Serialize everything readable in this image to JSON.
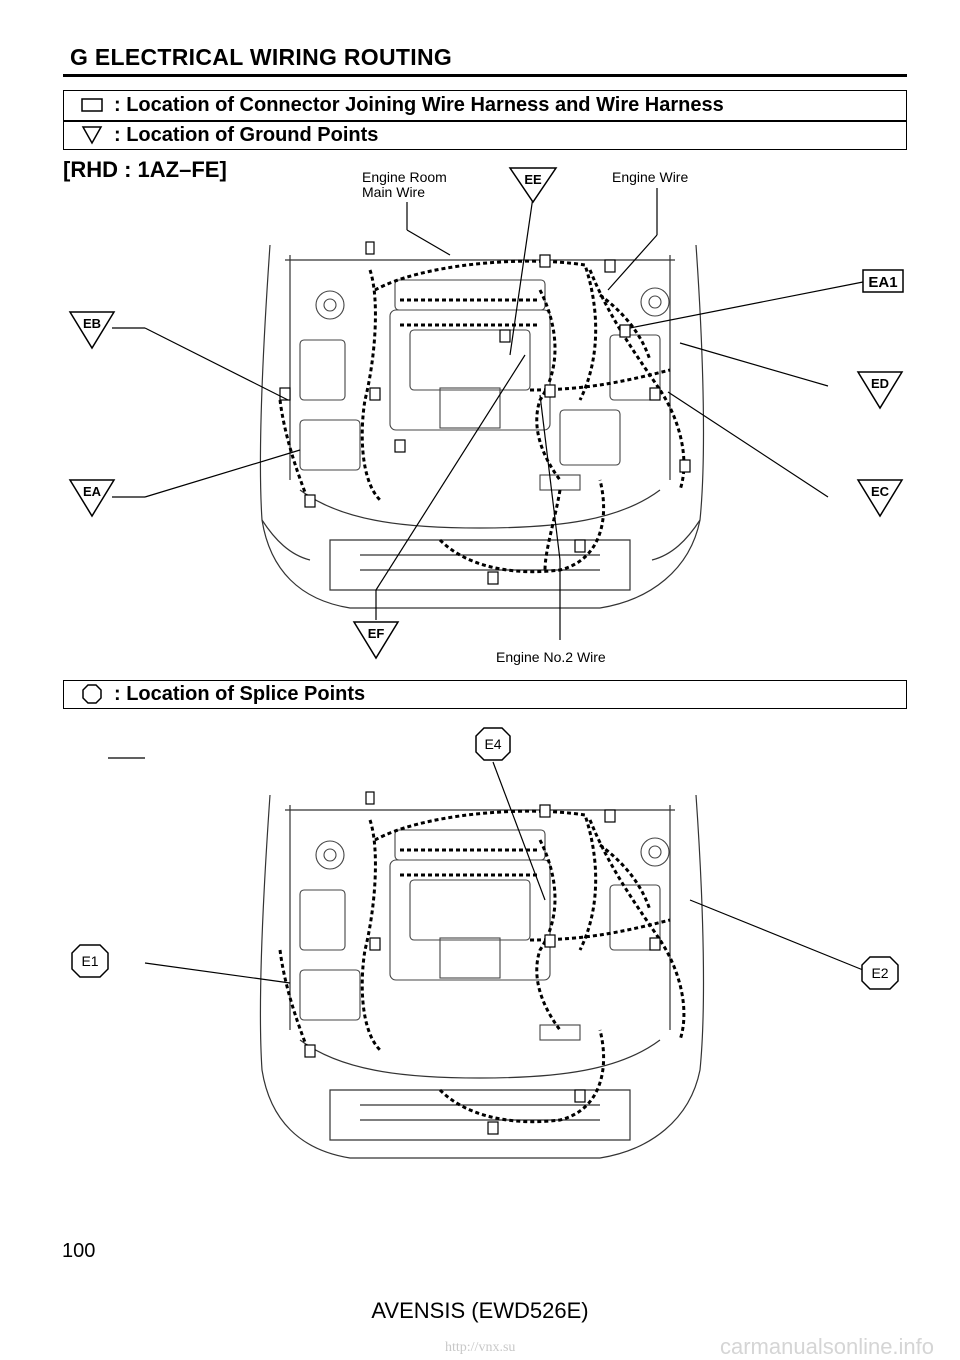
{
  "header": {
    "section_title": "G  ELECTRICAL WIRING ROUTING",
    "legend_connector": ": Location of Connector Joining Wire Harness and Wire Harness",
    "legend_ground": ": Location of Ground Points",
    "legend_splice": ": Location of Splice Points"
  },
  "variant": "[RHD : 1AZ–FE]",
  "diagram_top": {
    "wire_labels": {
      "engine_room_line1": "Engine Room",
      "engine_room_line2": "Main Wire",
      "engine_wire": "Engine Wire",
      "engine_no2": "Engine No.2 Wire"
    },
    "connectors": {
      "ee": "EE",
      "ea1": "EA1",
      "eb": "EB",
      "ed": "ED",
      "ea": "EA",
      "ec": "EC",
      "ef": "EF"
    }
  },
  "diagram_bottom": {
    "splices": {
      "e4": "E4",
      "e1": "E1",
      "e2": "E2"
    }
  },
  "footer": {
    "page_number": "100",
    "model": "AVENSIS (EWD526E)",
    "watermark": "http://vnx.su",
    "site": "carmanualsonline.info"
  }
}
